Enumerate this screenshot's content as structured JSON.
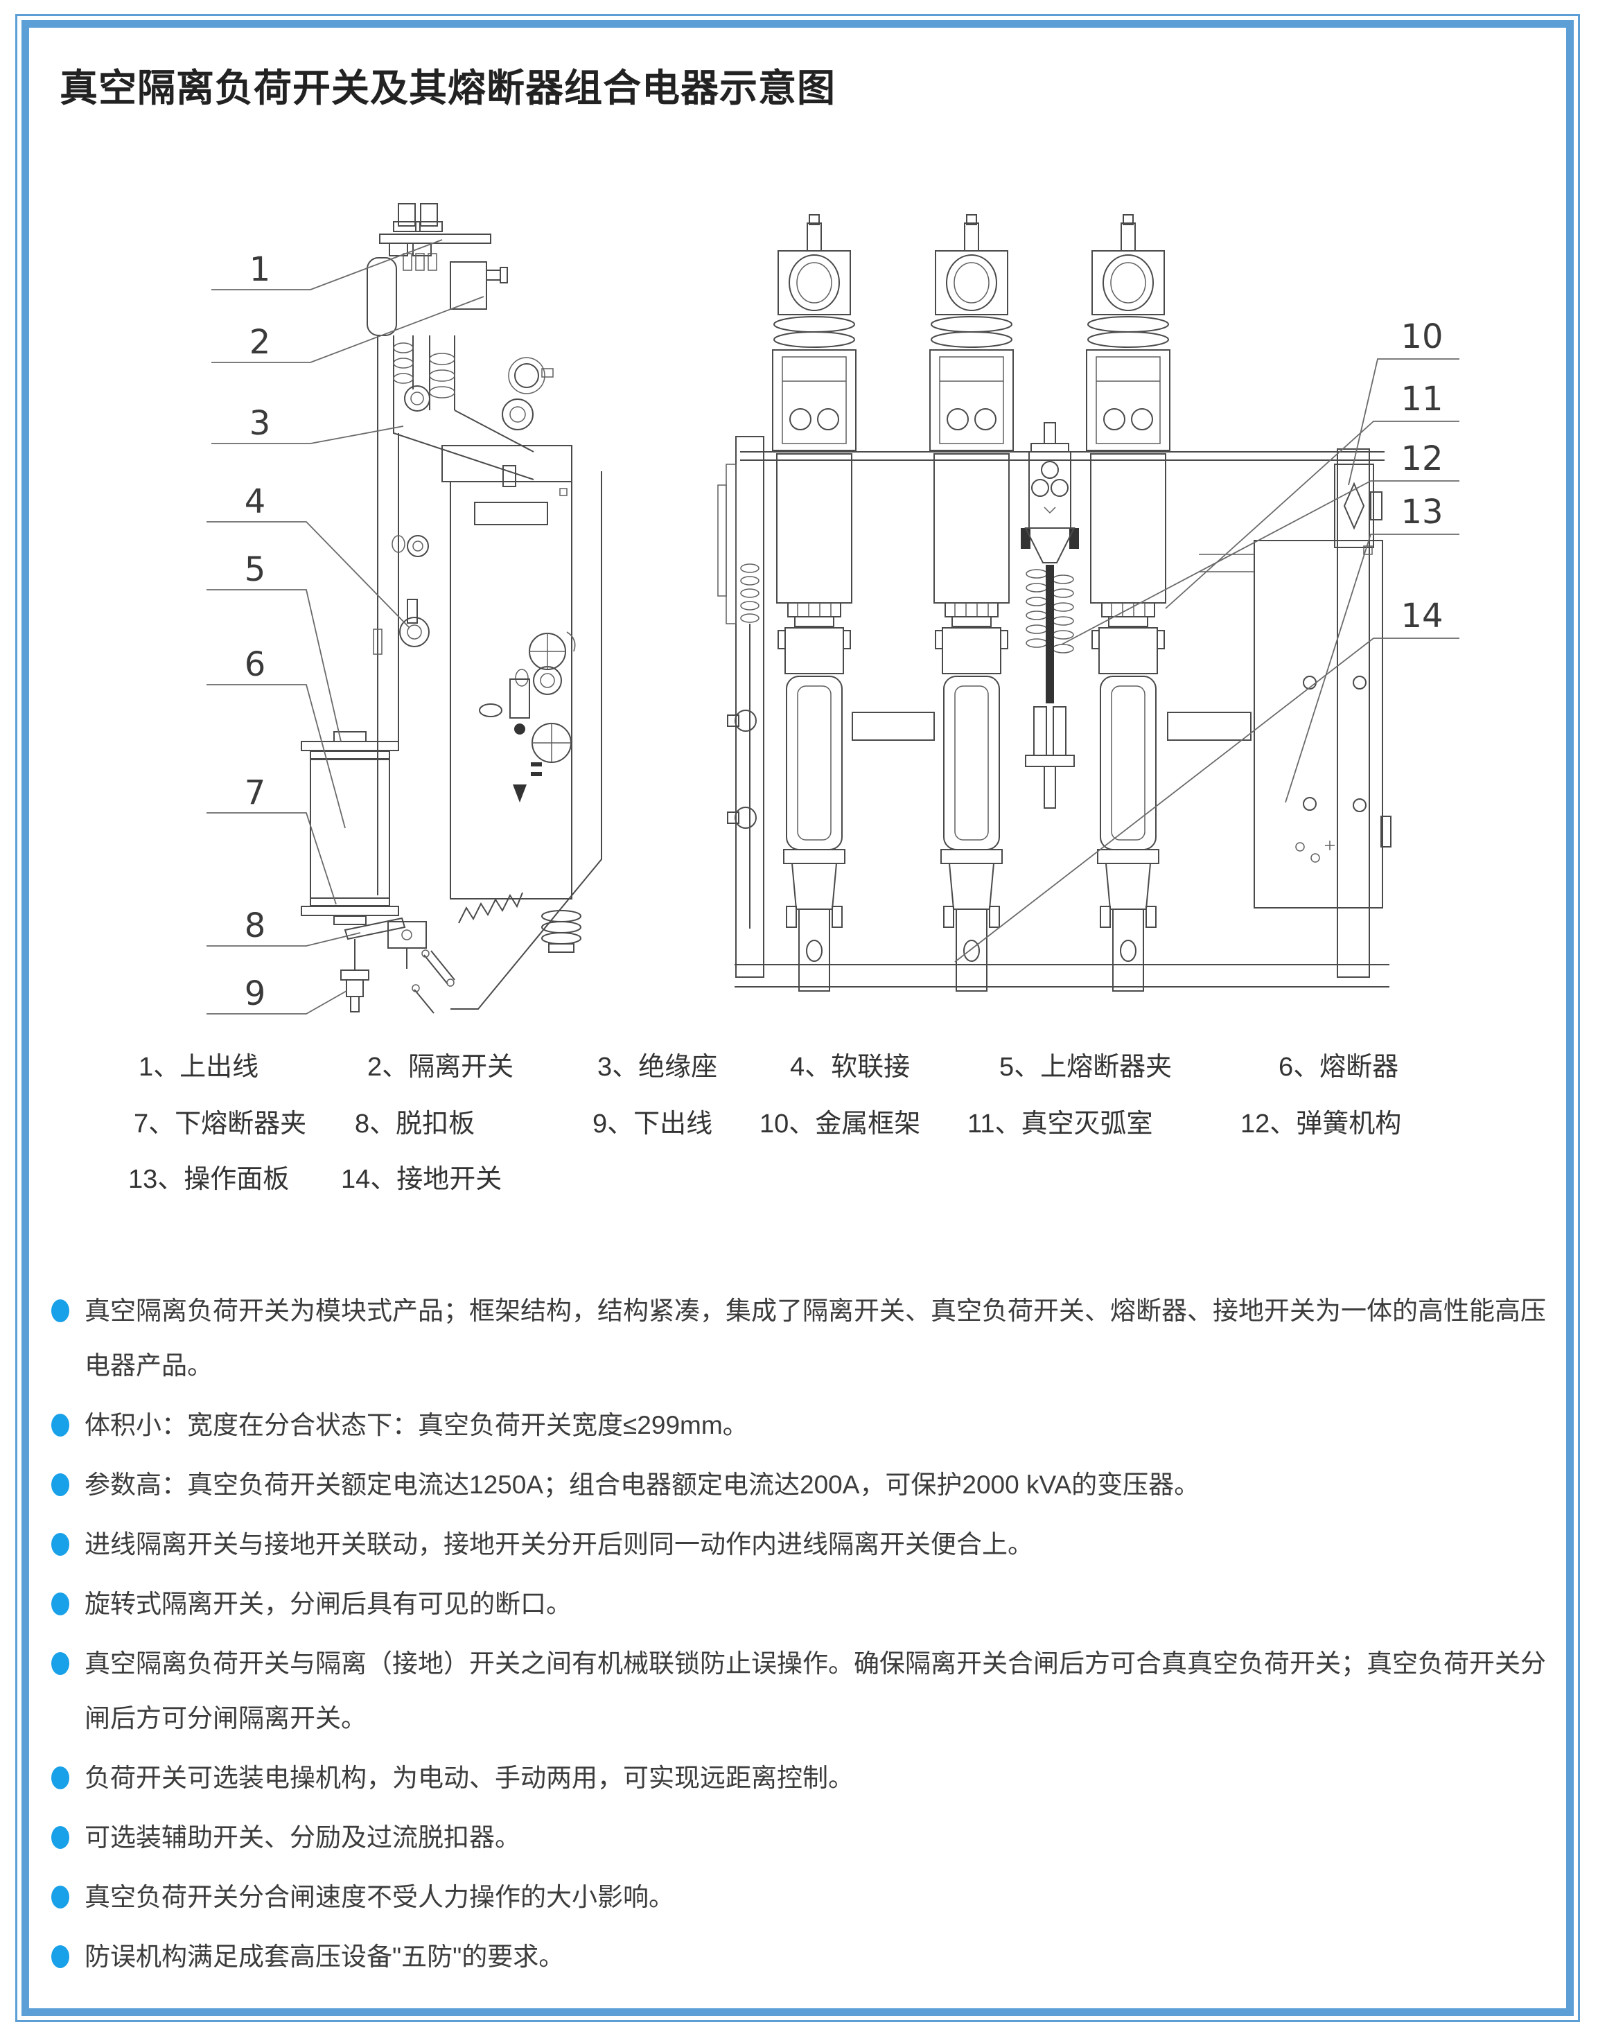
{
  "page": {
    "title": "真空隔离负荷开关及其熔断器组合电器示意图",
    "frame_color": "#5b9fd6",
    "bullet_color": "#18a0e8"
  },
  "diagram": {
    "left_callouts": [
      "1",
      "2",
      "3",
      "4",
      "5",
      "6",
      "7",
      "8",
      "9"
    ],
    "right_callouts": [
      "10",
      "11",
      "12",
      "13",
      "14"
    ]
  },
  "legend": {
    "rows": [
      [
        "1、上出线",
        "2、隔离开关",
        "3、绝缘座",
        "4、软联接",
        "5、上熔断器夹",
        "6、熔断器"
      ],
      [
        "7、下熔断器夹",
        "8、脱扣板",
        "9、下出线",
        "10、金属框架",
        "11、真空灭弧室",
        "12、弹簧机构"
      ],
      [
        "13、操作面板",
        "14、接地开关"
      ]
    ]
  },
  "features": [
    "真空隔离负荷开关为模块式产品；框架结构，结构紧凑，集成了隔离开关、真空负荷开关、熔断器、接地开关为一体的高性能高压电器产品。",
    "体积小：宽度在分合状态下：真空负荷开关宽度≤299mm。",
    "参数高：真空负荷开关额定电流达1250A；组合电器额定电流达200A，可保护2000 kVA的变压器。",
    "进线隔离开关与接地开关联动，接地开关分开后则同一动作内进线隔离开关便合上。",
    "旋转式隔离开关，分闸后具有可见的断口。",
    "真空隔离负荷开关与隔离（接地）开关之间有机械联锁防止误操作。确保隔离开关合闸后方可合真真空负荷开关；真空负荷开关分闸后方可分闸隔离开关。",
    "负荷开关可选装电操机构，为电动、手动两用，可实现远距离控制。",
    "可选装辅助开关、分励及过流脱扣器。",
    "真空负荷开关分合闸速度不受人力操作的大小影响。",
    "防误机构满足成套高压设备\"五防\"的要求。"
  ]
}
